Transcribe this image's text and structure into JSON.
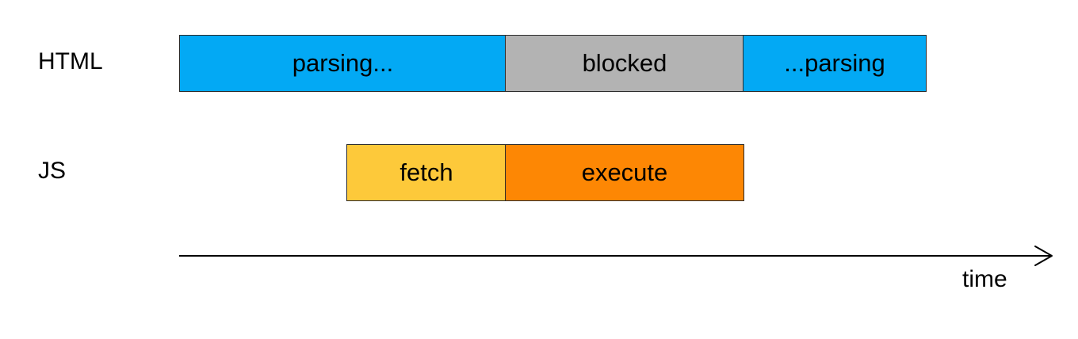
{
  "rows": [
    {
      "label": "HTML",
      "segments": [
        {
          "label": "parsing...",
          "color": "#03a9f4"
        },
        {
          "label": "blocked",
          "color": "#b3b3b3"
        },
        {
          "label": "...parsing",
          "color": "#03a9f4"
        }
      ]
    },
    {
      "label": "JS",
      "segments": [
        {
          "label": "fetch",
          "color": "#fdc93a"
        },
        {
          "label": "execute",
          "color": "#fd8704"
        }
      ]
    }
  ],
  "axis": {
    "label": "time",
    "icon": "arrow-right-icon",
    "color": "#000000"
  }
}
